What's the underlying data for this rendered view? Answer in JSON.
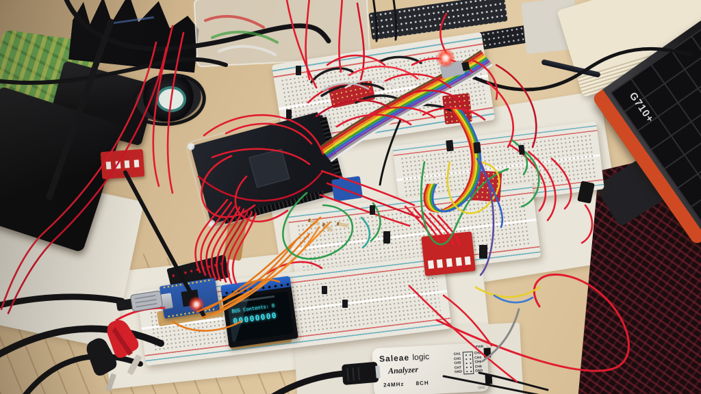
{
  "scene": {
    "title": "Electronics workbench: breadboards, microcontroller, OLED and logic analyzer"
  },
  "oled": {
    "line1": "BUS Contents: 0",
    "line2": "00000000"
  },
  "analyzer": {
    "brand": "Saleae",
    "brand2": "logic",
    "model": "Analyzer",
    "freq": "24MHz",
    "channels_spec": "8CH",
    "pwr": "PWR",
    "ch1_tag": "CH1",
    "left_pins": [
      "CH1",
      "CH3",
      "CH5",
      "CH7",
      "GND"
    ],
    "right_pins": [
      "CH2",
      "CH4",
      "CH6",
      "CH8",
      "GND"
    ]
  },
  "keyboard": {
    "model": "G710+"
  },
  "colors": {
    "wire_red": "#e01c2e",
    "oled_text": "#3fe3ef",
    "breadboard": "#eae7de",
    "desk": "#d8bf97",
    "carpet": "#1a0c0f"
  }
}
